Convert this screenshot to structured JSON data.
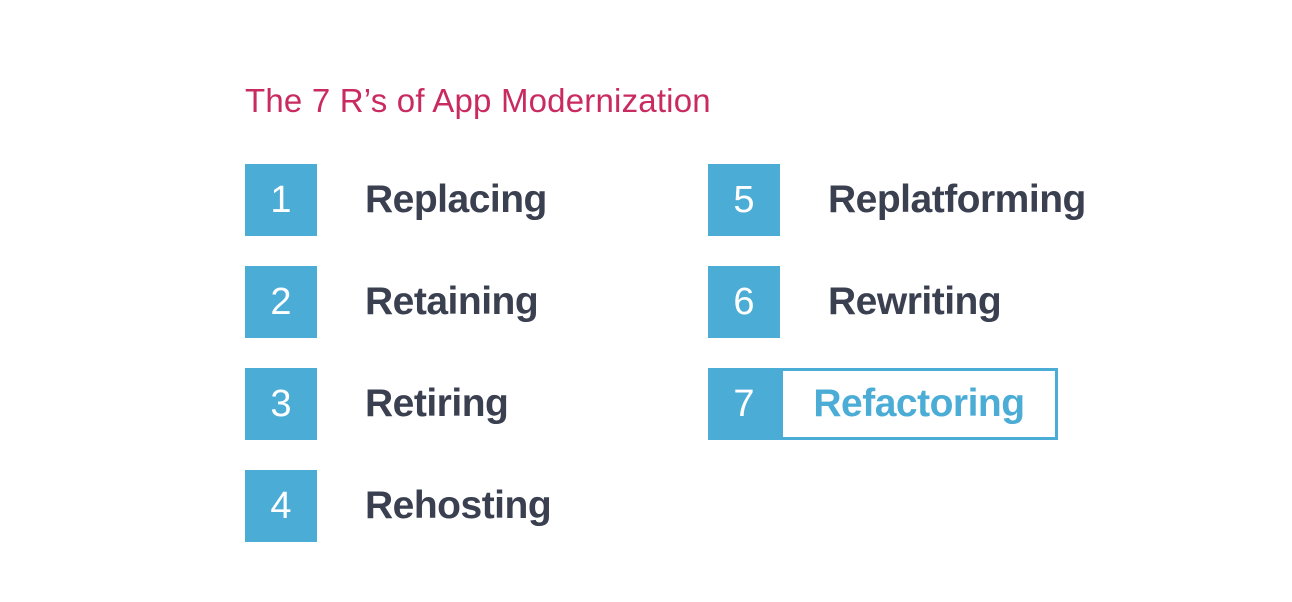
{
  "title": "The 7 R’s of App Modernization",
  "colors": {
    "title_pink": "#C92B60",
    "block_blue": "#4BACD6",
    "label_dark": "#3A4050",
    "number_white": "#FFFFFF",
    "highlight_border_blue": "#4BACD6",
    "highlight_text_blue": "#4BACD6",
    "background": "#FFFFFF"
  },
  "items": [
    {
      "number": "1",
      "label": "Replacing",
      "highlighted": false
    },
    {
      "number": "2",
      "label": "Retaining",
      "highlighted": false
    },
    {
      "number": "3",
      "label": "Retiring",
      "highlighted": false
    },
    {
      "number": "4",
      "label": "Rehosting",
      "highlighted": false
    },
    {
      "number": "5",
      "label": "Replatforming",
      "highlighted": false
    },
    {
      "number": "6",
      "label": "Rewriting",
      "highlighted": false
    },
    {
      "number": "7",
      "label": "Refactoring",
      "highlighted": true
    }
  ]
}
